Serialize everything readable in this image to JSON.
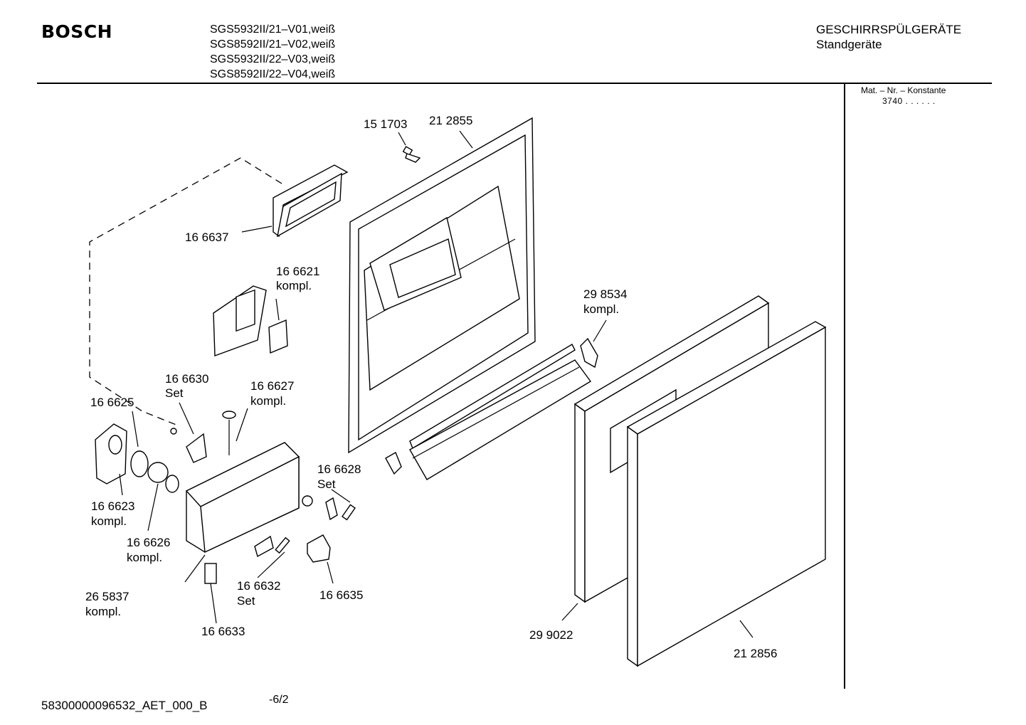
{
  "header": {
    "brand": "BOSCH",
    "models": [
      "SGS5932II/21–V01,weiß",
      "SGS8592II/21–V02,weiß",
      "SGS5932II/22–V03,weiß",
      "SGS8592II/22–V04,weiß"
    ],
    "category_line1": "GESCHIRRSPÜLGERÄTE",
    "category_line2": "Standgeräte"
  },
  "side_panel": {
    "mat_label": "Mat. – Nr. – Konstante",
    "mat_value": "3740 . . . . . ."
  },
  "parts": [
    {
      "id": "p151703",
      "lines": [
        "15 1703"
      ]
    },
    {
      "id": "p212855",
      "lines": [
        "21 2855"
      ]
    },
    {
      "id": "p166637",
      "lines": [
        "16 6637"
      ]
    },
    {
      "id": "p166621",
      "lines": [
        "16 6621",
        "kompl."
      ]
    },
    {
      "id": "p298534",
      "lines": [
        "29 8534",
        "kompl."
      ]
    },
    {
      "id": "p166630",
      "lines": [
        "16 6630",
        "Set"
      ]
    },
    {
      "id": "p166627",
      "lines": [
        "16 6627",
        "kompl."
      ]
    },
    {
      "id": "p166625",
      "lines": [
        "16 6625"
      ]
    },
    {
      "id": "p166628",
      "lines": [
        "16 6628",
        "Set"
      ]
    },
    {
      "id": "p166623",
      "lines": [
        "16 6623",
        "kompl."
      ]
    },
    {
      "id": "p166626",
      "lines": [
        "16 6626",
        "kompl."
      ]
    },
    {
      "id": "p265837",
      "lines": [
        "26 5837",
        "kompl."
      ]
    },
    {
      "id": "p166632",
      "lines": [
        "16 6632",
        "Set"
      ]
    },
    {
      "id": "p166635",
      "lines": [
        "16 6635"
      ]
    },
    {
      "id": "p166633",
      "lines": [
        "16 6633"
      ]
    },
    {
      "id": "p299022",
      "lines": [
        "29 9022"
      ]
    },
    {
      "id": "p212856",
      "lines": [
        "21 2856"
      ]
    }
  ],
  "footer": {
    "doc_id": "58300000096532_AET_000_B",
    "page": "-6/2"
  }
}
